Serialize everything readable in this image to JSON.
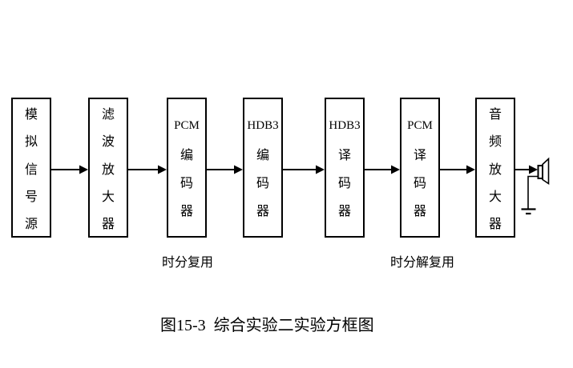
{
  "figure": {
    "blocks": [
      {
        "name": "analog-signal-source",
        "label": "模拟信号源",
        "lines": [
          "模",
          "拟",
          "信",
          "号",
          "源"
        ]
      },
      {
        "name": "filter-amplifier",
        "label": "滤波放大器",
        "lines": [
          "滤",
          "波",
          "放",
          "大",
          "器"
        ]
      },
      {
        "name": "pcm-encoder",
        "label": "PCM编码器",
        "lines": [
          "PCM",
          "编",
          "码",
          "器"
        ]
      },
      {
        "name": "hdb3-encoder",
        "label": "HDB3编码器",
        "lines": [
          "HDB3",
          "编",
          "码",
          "器"
        ]
      },
      {
        "name": "hdb3-decoder",
        "label": "HDB3译码器",
        "lines": [
          "HDB3",
          "译",
          "码",
          "器"
        ]
      },
      {
        "name": "pcm-decoder",
        "label": "PCM译码器",
        "lines": [
          "PCM",
          "译",
          "码",
          "器"
        ]
      },
      {
        "name": "audio-amplifier",
        "label": "音频放大器",
        "lines": [
          "音",
          "频",
          "放",
          "大",
          "器"
        ]
      }
    ],
    "flow_labels": {
      "tdm": "时分复用",
      "tdm_demux": "时分解复用"
    },
    "caption": "图15-3  综合实验二实验方框图",
    "icons": {
      "speaker": "loudspeaker-icon",
      "ground": "earth-ground-icon"
    },
    "colors": {
      "line": "#000000",
      "background": "#ffffff",
      "text": "#000000"
    }
  }
}
